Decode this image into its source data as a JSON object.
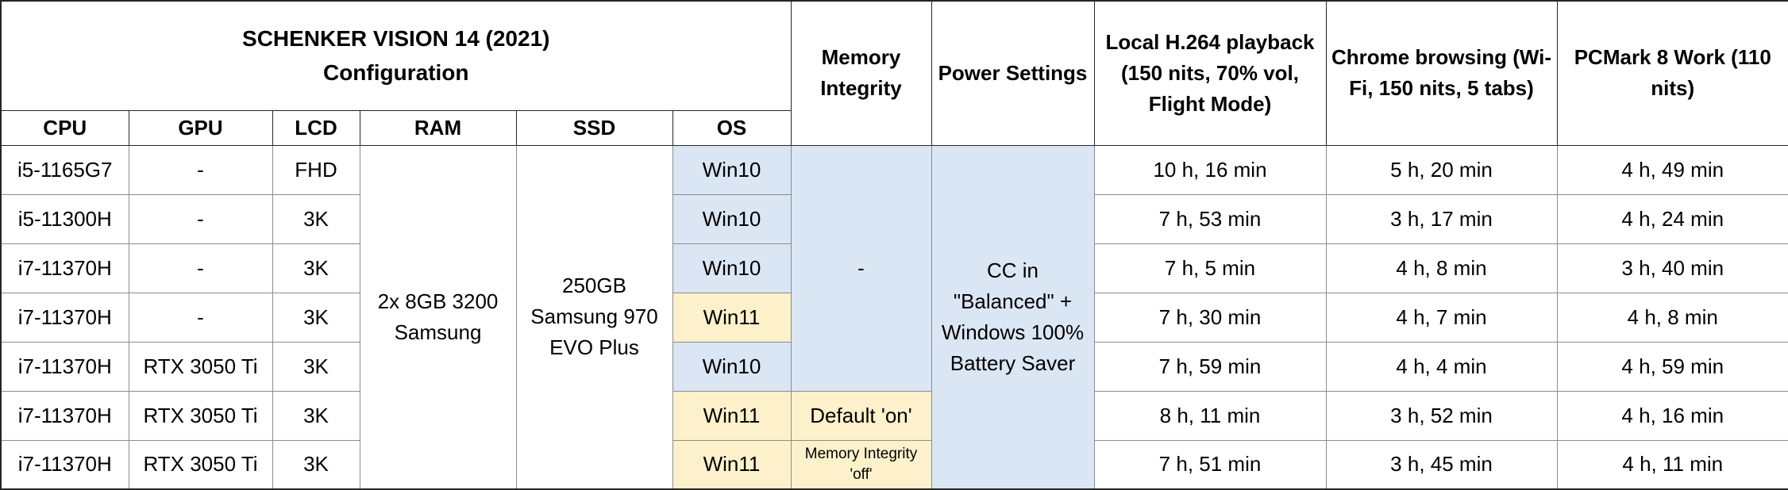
{
  "chart_data": {
    "type": "table",
    "title_lines": [
      "SCHENKER VISION 14 (2021)",
      "Configuration"
    ],
    "config_columns": {
      "cpu": "CPU",
      "gpu": "GPU",
      "lcd": "LCD",
      "ram": "RAM",
      "ssd": "SSD",
      "os": "OS"
    },
    "measure_columns": {
      "memory_integrity": "Memory Integrity",
      "power_settings": "Power Settings",
      "h264": "Local H.264 playback (150 nits, 70% vol, Flight Mode)",
      "chrome": "Chrome browsing (Wi-Fi, 150 nits, 5 tabs)",
      "pcmark": "PCMark 8 Work (110 nits)"
    },
    "merged_cells": {
      "ram_all_rows": "2x 8GB 3200 Samsung",
      "ssd_all_rows": "250GB Samsung 970 EVO Plus",
      "memory_integrity_rows_1_to_5": "-",
      "power_settings_all_rows": "CC in \"Balanced\" + Windows 100% Battery Saver"
    },
    "rows": [
      {
        "cpu": "i5-1165G7",
        "gpu": "-",
        "lcd": "FHD",
        "os": "Win10",
        "h264": "10 h, 16 min",
        "chrome": "5 h, 20 min",
        "pcmark": "4 h, 49 min"
      },
      {
        "cpu": "i5-11300H",
        "gpu": "-",
        "lcd": "3K",
        "os": "Win10",
        "h264": "7 h, 53 min",
        "chrome": "3 h, 17 min",
        "pcmark": "4 h, 24 min"
      },
      {
        "cpu": "i7-11370H",
        "gpu": "-",
        "lcd": "3K",
        "os": "Win10",
        "h264": "7 h, 5 min",
        "chrome": "4 h, 8 min",
        "pcmark": "3 h, 40 min"
      },
      {
        "cpu": "i7-11370H",
        "gpu": "-",
        "lcd": "3K",
        "os": "Win11",
        "h264": "7 h, 30 min",
        "chrome": "4 h, 7 min",
        "pcmark": "4 h, 8 min"
      },
      {
        "cpu": "i7-11370H",
        "gpu": "RTX 3050 Ti",
        "lcd": "3K",
        "os": "Win10",
        "h264": "7 h, 59 min",
        "chrome": "4 h, 4 min",
        "pcmark": "4 h, 59 min"
      },
      {
        "cpu": "i7-11370H",
        "gpu": "RTX 3050 Ti",
        "lcd": "3K",
        "os": "Win11",
        "memory_integrity": "Default 'on'",
        "h264": "8 h, 11 min",
        "chrome": "3 h, 52 min",
        "pcmark": "4 h, 16 min"
      },
      {
        "cpu": "i7-11370H",
        "gpu": "RTX 3050 Ti",
        "lcd": "3K",
        "os": "Win11",
        "memory_integrity": "Memory Integrity 'off'",
        "h264": "7 h, 51 min",
        "chrome": "3 h, 45 min",
        "pcmark": "4 h, 11 min"
      }
    ]
  },
  "colors": {
    "win10_blue": "#dbe6f4",
    "win11_yellow": "#fdf1cb"
  }
}
